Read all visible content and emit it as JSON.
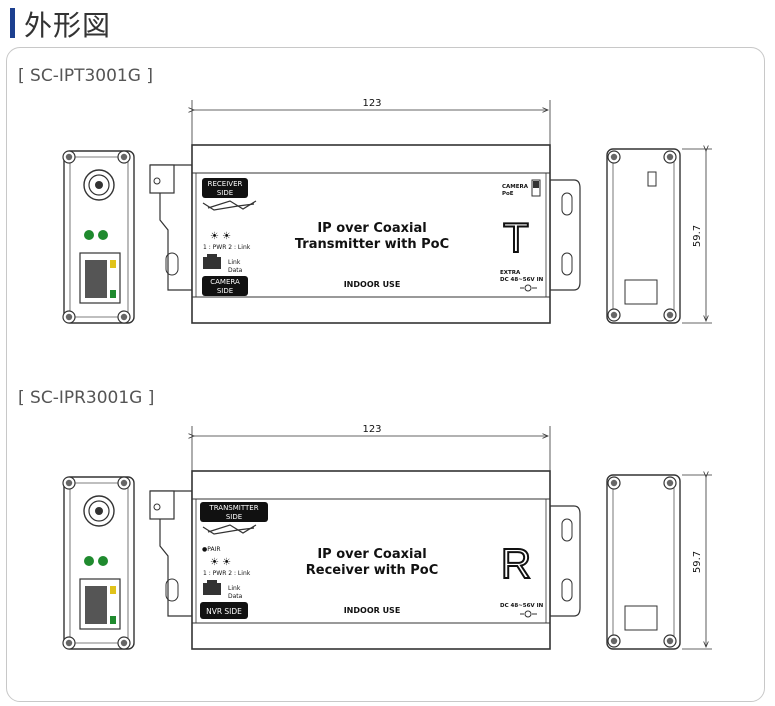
{
  "page": {
    "title": "外形図"
  },
  "devices": [
    {
      "model_label": "[ SC-IPT3001G ]",
      "width_dim": "123",
      "height_dim": "59.7",
      "side_label": [
        "RECEIVER",
        "SIDE"
      ],
      "bottom_label": [
        "CAMERA",
        "SIDE"
      ],
      "led_legend": "1 : PWR   2 : Link",
      "pair_label": "",
      "port_labels": [
        "Link",
        "Data"
      ],
      "product_name": [
        "IP over Coaxial",
        "Transmitter with PoC"
      ],
      "letter": "T",
      "indoor": "INDOOR USE",
      "switch_label": [
        "CAMERA",
        "PoE"
      ],
      "power_label": [
        "EXTRA",
        "DC 48~56V IN"
      ]
    },
    {
      "model_label": "[ SC-IPR3001G ]",
      "width_dim": "123",
      "height_dim": "59.7",
      "side_label": [
        "TRANSMITTER",
        "SIDE"
      ],
      "bottom_label": [
        "NVR SIDE"
      ],
      "led_legend": "1 : PWR   2 : Link",
      "pair_label": "●PAIR",
      "port_labels": [
        "Link",
        "Data"
      ],
      "product_name": [
        "IP over Coaxial",
        "Receiver with PoC"
      ],
      "letter": "R",
      "indoor": "INDOOR USE",
      "switch_label": [],
      "power_label": [
        "DC 48~56V IN"
      ]
    }
  ],
  "colors": {
    "accent": "#1c3f8f",
    "led": "#1f8a2e",
    "line": "#333333"
  }
}
